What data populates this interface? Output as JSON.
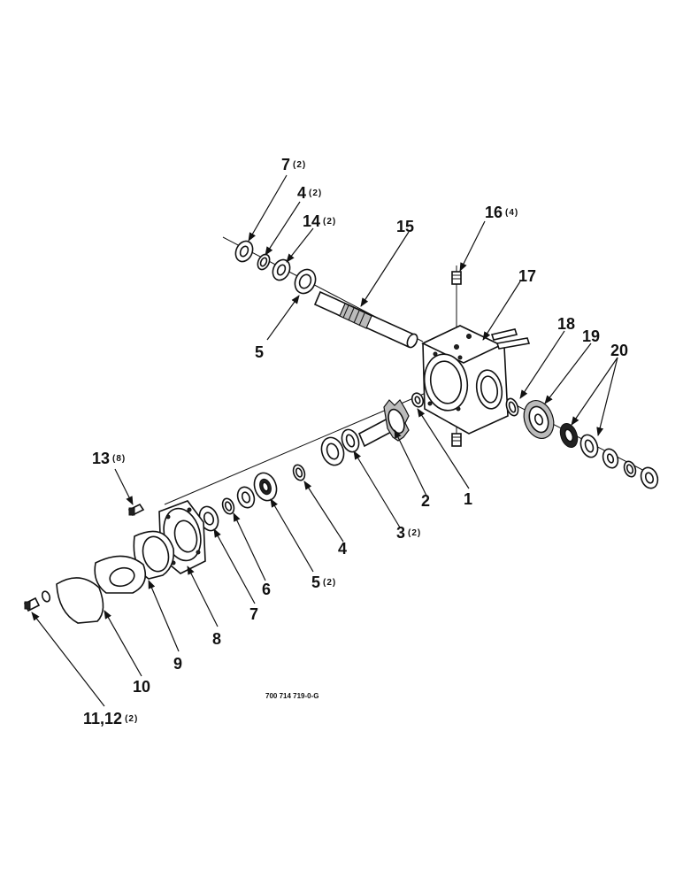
{
  "figure_code": "700 714 719-0-G",
  "callouts": {
    "p1": {
      "num": "1",
      "qty": ""
    },
    "p2": {
      "num": "2",
      "qty": ""
    },
    "p3": {
      "num": "3",
      "qty": "(2)"
    },
    "p4_top": {
      "num": "4",
      "qty": "(2)"
    },
    "p4": {
      "num": "4",
      "qty": ""
    },
    "p5_top": {
      "num": "5",
      "qty": ""
    },
    "p5": {
      "num": "5",
      "qty": "(2)"
    },
    "p6": {
      "num": "6",
      "qty": ""
    },
    "p7_top": {
      "num": "7",
      "qty": "(2)"
    },
    "p7": {
      "num": "7",
      "qty": ""
    },
    "p8": {
      "num": "8",
      "qty": ""
    },
    "p9": {
      "num": "9",
      "qty": ""
    },
    "p10": {
      "num": "10",
      "qty": ""
    },
    "p11_12": {
      "num": "11,12",
      "qty": "(2)"
    },
    "p13": {
      "num": "13",
      "qty": "(8)"
    },
    "p14": {
      "num": "14",
      "qty": "(2)"
    },
    "p15": {
      "num": "15",
      "qty": ""
    },
    "p16": {
      "num": "16",
      "qty": "(4)"
    },
    "p17": {
      "num": "17",
      "qty": ""
    },
    "p18": {
      "num": "18",
      "qty": ""
    },
    "p19": {
      "num": "19",
      "qty": ""
    },
    "p20": {
      "num": "20",
      "qty": ""
    }
  }
}
